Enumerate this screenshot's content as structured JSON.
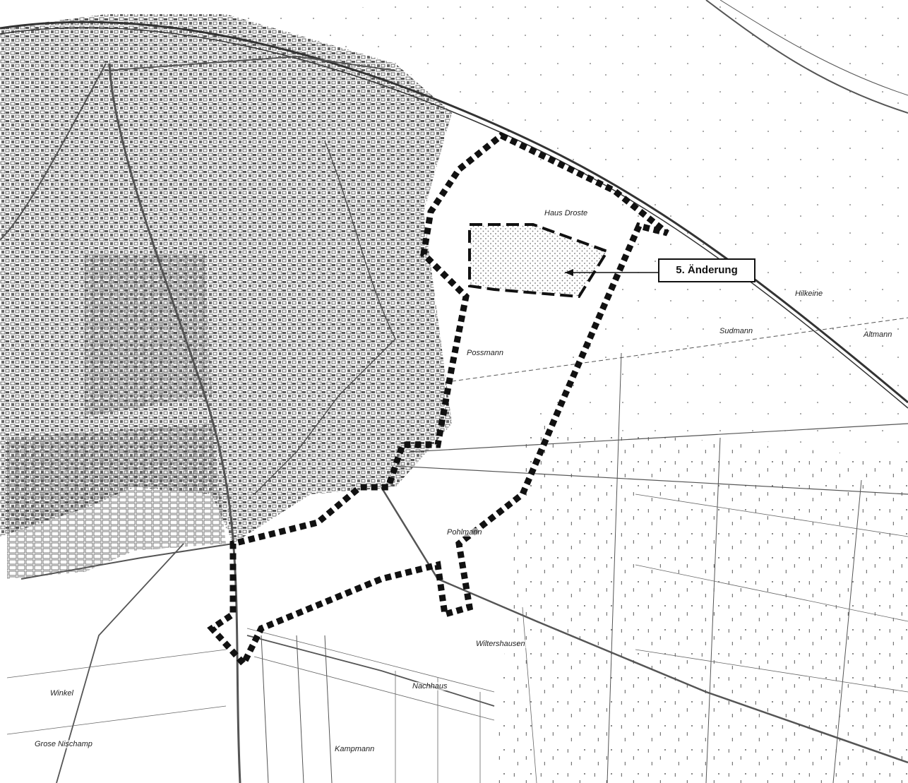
{
  "map": {
    "callout_label": "5. Änderung",
    "place_labels": [
      {
        "id": "haus-droste",
        "text": "Haus Droste"
      },
      {
        "id": "possmann",
        "text": "Possmann"
      },
      {
        "id": "sudmann",
        "text": "Sudmann"
      },
      {
        "id": "pohlmann",
        "text": "Pohlmann"
      },
      {
        "id": "wiltershausen",
        "text": "Wiltershausen"
      },
      {
        "id": "nachhaus",
        "text": "Nachhaus"
      },
      {
        "id": "winkel",
        "text": "Winkel"
      },
      {
        "id": "gross-nischamp",
        "text": "Grose Nischamp"
      },
      {
        "id": "kampmann",
        "text": "Kampmann"
      },
      {
        "id": "hilkeine",
        "text": "Hilkeine"
      },
      {
        "id": "altmann",
        "text": "Altmann"
      }
    ],
    "colors": {
      "boundary": "#111111",
      "streets": "#555555",
      "buildings": "#3a3a3a",
      "background": "#ffffff"
    }
  }
}
